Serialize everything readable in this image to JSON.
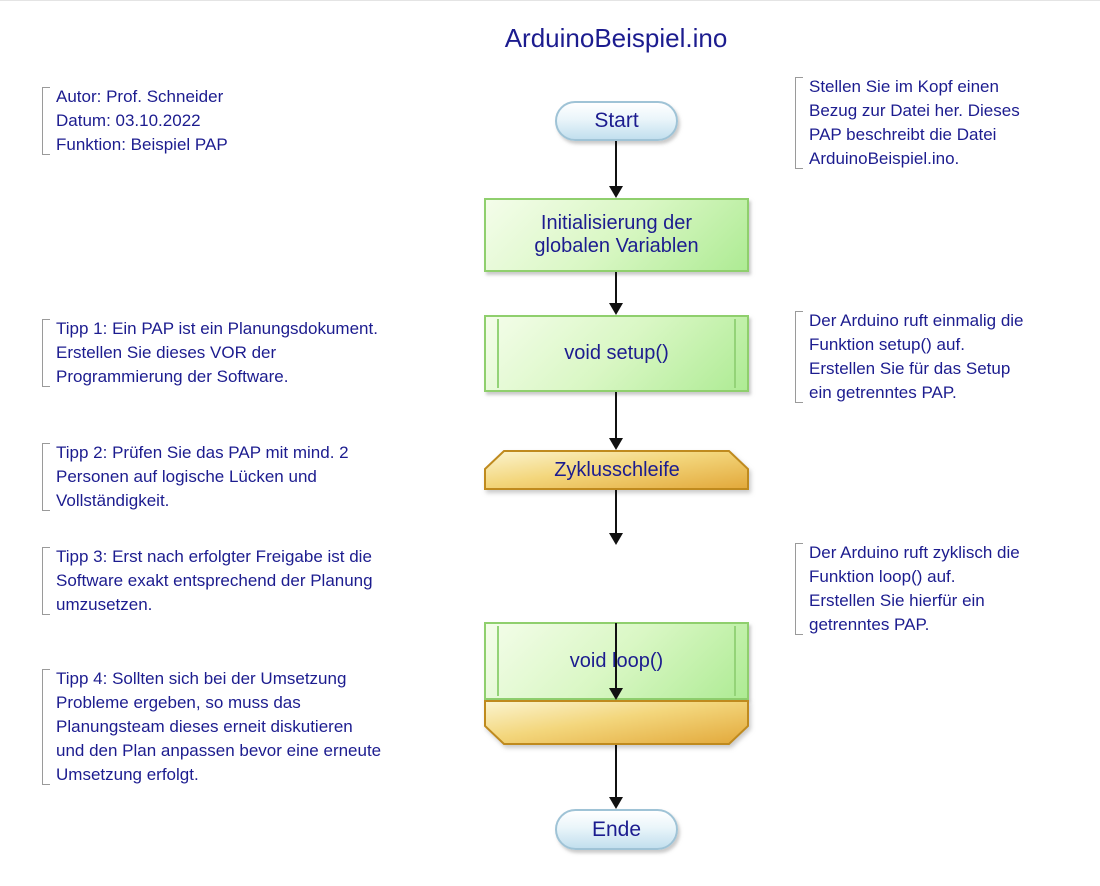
{
  "title": "ArduinoBeispiel.ino",
  "colors": {
    "text_navy": "#1c1c8f",
    "process_green_fill": "#aeeb94",
    "process_green_border": "#8fcf6d",
    "terminator_blue_fill": "#c2dfee",
    "terminator_blue_border": "#9fc3d6",
    "loop_orange_fill": "#e2a83a",
    "loop_orange_border": "#bf8a1e",
    "bracket_gray": "#9a9a9a",
    "arrow_black": "#111111"
  },
  "annotations": {
    "header_note": "Autor: Prof. Schneider\nDatum: 03.10.2022\nFunktion: Beispiel PAP",
    "tips": [
      "Tipp 1: Ein PAP ist ein Planungsdokument.\nErstellen Sie dieses VOR der\nProgrammierung der Software.",
      "Tipp 2: Prüfen Sie das PAP mit mind. 2\nPersonen auf logische Lücken und\nVollständigkeit.",
      "Tipp 3: Erst nach erfolgter Freigabe ist die\nSoftware exakt entsprechend der Planung\numzusetzen.",
      "Tipp 4: Sollten sich bei der Umsetzung\nProbleme ergeben, so muss das\nPlanungsteam dieses erneit diskutieren\nund den Plan anpassen bevor eine erneute\nUmsetzung erfolgt."
    ],
    "right_notes": [
      "Stellen Sie im Kopf einen\nBezug zur Datei her. Dieses\nPAP beschreibt die Datei\nArduinoBeispiel.ino.",
      "Der Arduino ruft einmalig die\nFunktion setup() auf.\nErstellen Sie für das Setup\nein getrenntes PAP.",
      "Der Arduino ruft zyklisch die\nFunktion loop() auf.\nErstellen Sie hierfür ein\ngetrenntes PAP."
    ]
  },
  "flowchart": {
    "nodes": [
      {
        "id": "start",
        "type": "terminator",
        "label": "Start"
      },
      {
        "id": "init",
        "type": "process",
        "label": "Initialisierung der\nglobalen Variablen"
      },
      {
        "id": "setup",
        "type": "subprocess",
        "label": "void setup()"
      },
      {
        "id": "loop_start",
        "type": "loop-start",
        "label": "Zyklusschleife"
      },
      {
        "id": "loop_body",
        "type": "subprocess",
        "label": "void loop()"
      },
      {
        "id": "loop_end",
        "type": "loop-end",
        "label": ""
      },
      {
        "id": "ende",
        "type": "terminator",
        "label": "Ende"
      }
    ]
  }
}
